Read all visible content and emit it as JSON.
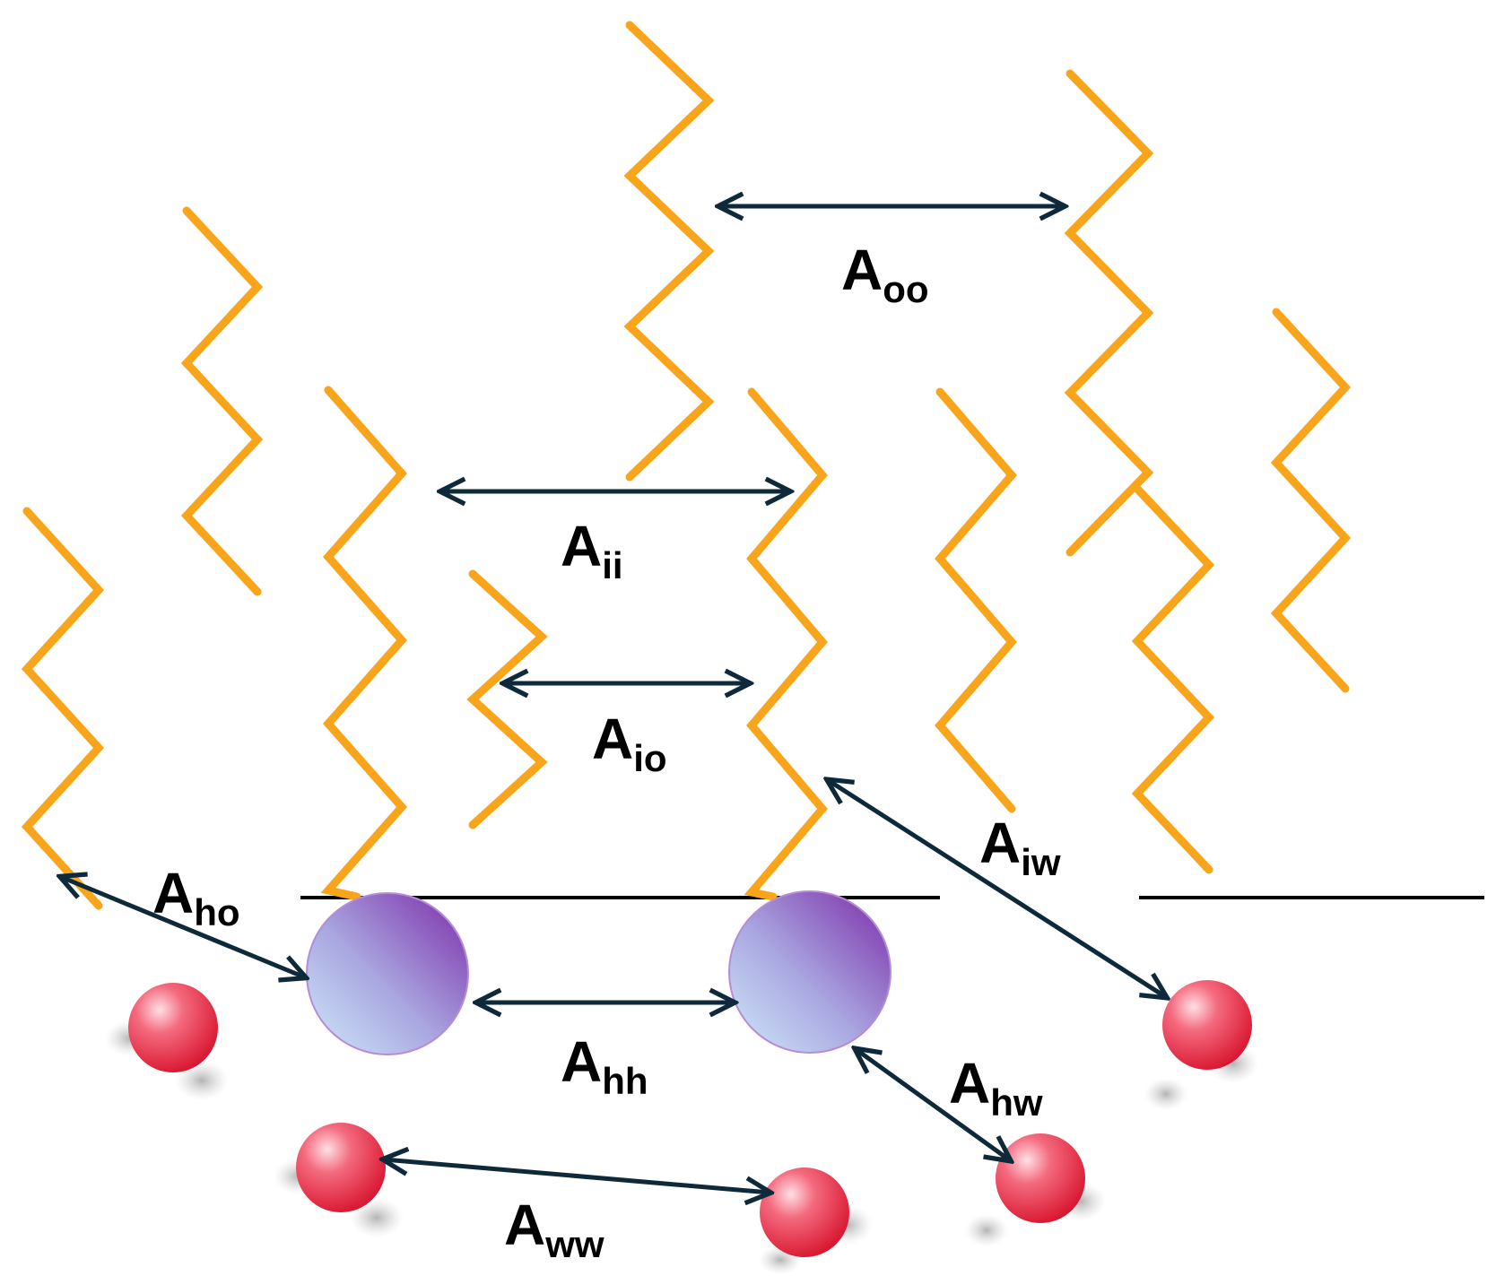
{
  "colors": {
    "chain": "#F8A51C",
    "arrow": "#0E2A3A",
    "surface": "#000000",
    "head_light": "#CFEAFA",
    "head_dark": "#7B2BA8",
    "water": "#E8233A"
  },
  "labels": {
    "oo": {
      "main": "A",
      "sub": "oo"
    },
    "ii": {
      "main": "A",
      "sub": "ii"
    },
    "io": {
      "main": "A",
      "sub": "io"
    },
    "iw": {
      "main": "A",
      "sub": "iw"
    },
    "ho": {
      "main": "A",
      "sub": "ho"
    },
    "hh": {
      "main": "A",
      "sub": "hh"
    },
    "hw": {
      "main": "A",
      "sub": "hw"
    },
    "ww": {
      "main": "A",
      "sub": "ww"
    }
  }
}
